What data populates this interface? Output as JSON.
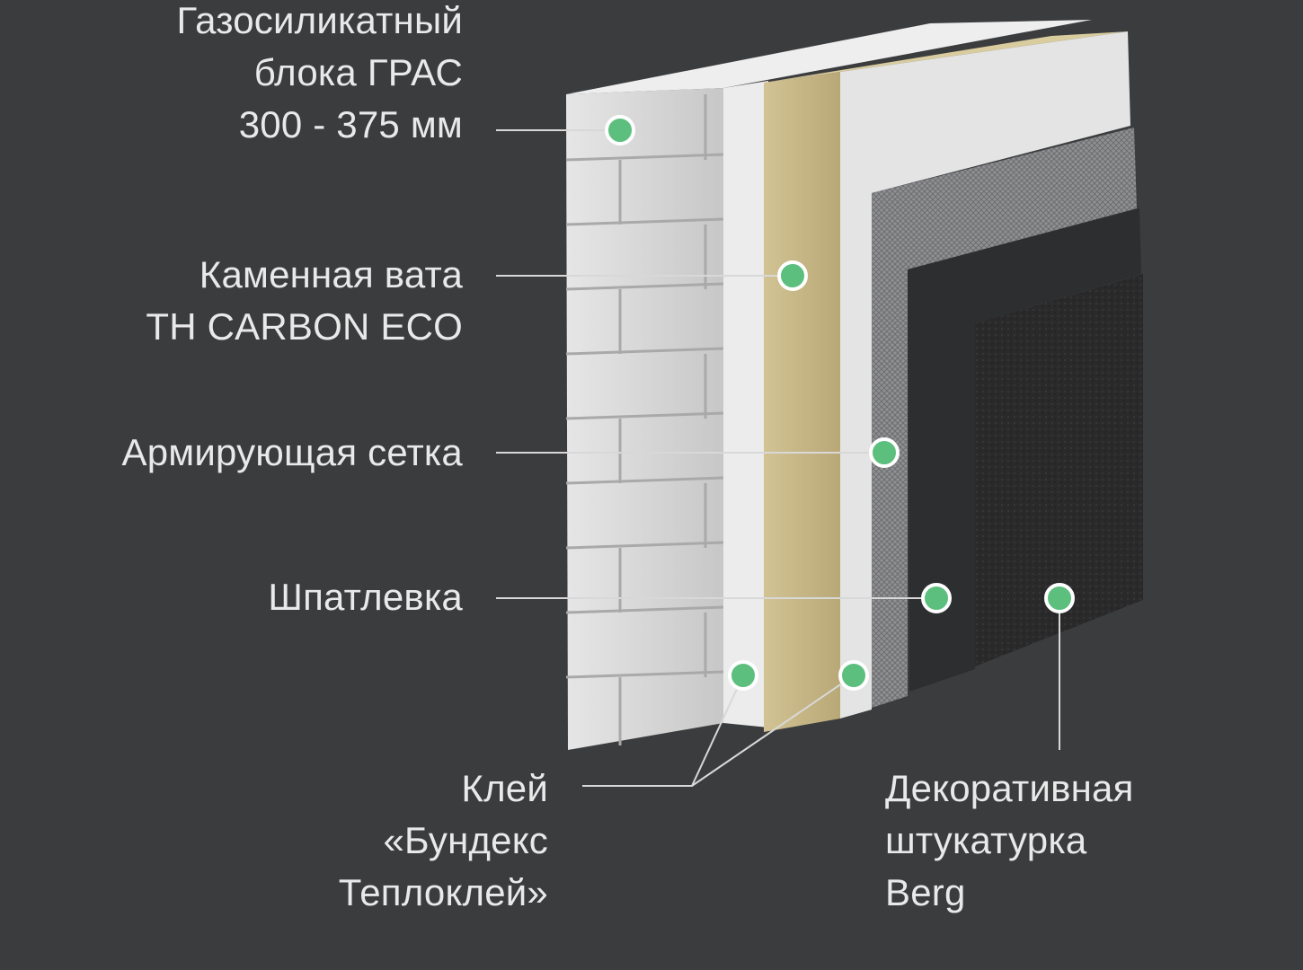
{
  "labels": {
    "block": [
      "Газосиликатный",
      "блока ГРАС",
      "300 - 375 мм"
    ],
    "wool": [
      "Каменная вата",
      "TH CARBON ECO"
    ],
    "mesh": [
      "Армирующая сетка"
    ],
    "putty": [
      "Шпатлевка"
    ],
    "glue": [
      "Клей",
      "«Бундекс",
      "Теплоклей»"
    ],
    "plaster": [
      "Декоративная",
      "штукатурка",
      "Berg"
    ]
  },
  "colors": {
    "background": "#3b3c3e",
    "marker": "#5cbf7e",
    "leader_line": "#d8d8d8",
    "block": "#d9d9d9",
    "wool": "#c9b98a",
    "putty": "#2d2e30",
    "plaster": "#262627"
  }
}
